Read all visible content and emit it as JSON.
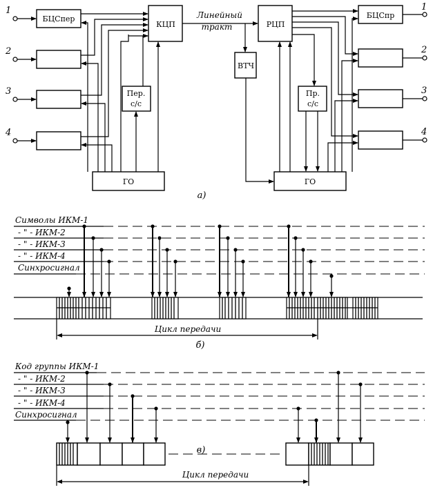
{
  "figure_a": {
    "caption": "а)",
    "blocks": {
      "bcs_send": "БЦСпер",
      "kcp": "КЦП",
      "rcp": "РЦП",
      "vtch": "ВТЧ",
      "bcs_recv": "БЦСпр",
      "go_left": "ГО",
      "go_right": "ГО",
      "per_cc_1": "Пер.",
      "per_cc_2": "с/с",
      "pr_cc_1": "Пр.",
      "pr_cc_2": "с/с"
    },
    "line_label_1": "Линейный",
    "line_label_2": "тракт",
    "inputs": [
      "1",
      "2",
      "3",
      "4"
    ],
    "outputs": [
      "1",
      "2",
      "3",
      "4"
    ]
  },
  "figure_b": {
    "caption": "б)",
    "rows": [
      "Символы ИКМ-1",
      "- \" -    ИКМ-2",
      "- \" -    ИКМ-3",
      "- \" -    ИКМ-4",
      "Синхросигнал"
    ],
    "cycle_label": "Цикл передачи"
  },
  "figure_c": {
    "caption": "в)",
    "rows": [
      "Код группы ИКМ-1",
      "- \" -    ИКМ-2",
      "- \" -    ИКМ-3",
      "- \" -    ИКМ-4",
      "Синхросигнал"
    ],
    "cycle_label": "Цикл передачи"
  }
}
